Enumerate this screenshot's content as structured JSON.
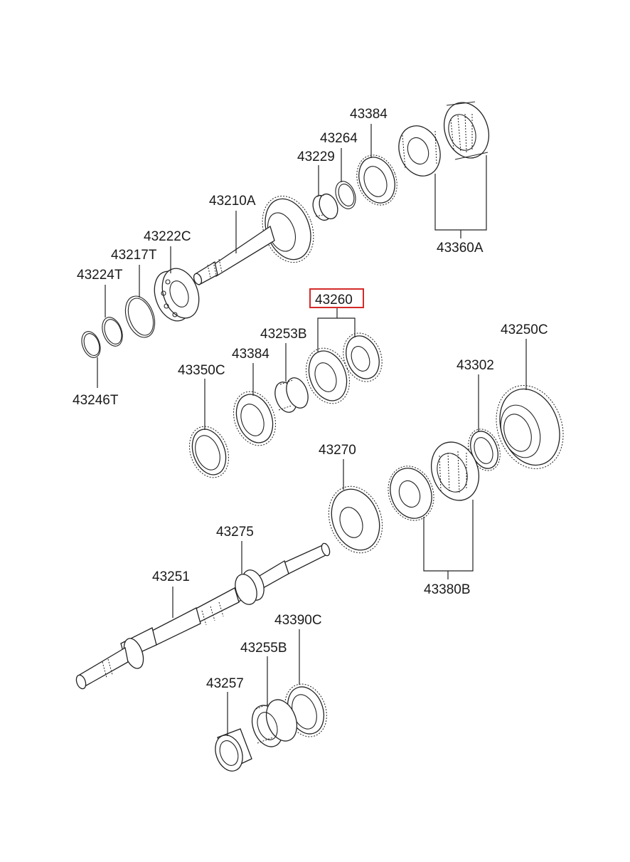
{
  "diagram": {
    "highlight_color": "#d42a2a",
    "line_color": "#222222",
    "part_labels": {
      "p43384_top": "43384",
      "p43264": "43264",
      "p43229": "43229",
      "p43210A": "43210A",
      "p43360A": "43360A",
      "p43222C": "43222C",
      "p43217T": "43217T",
      "p43224T": "43224T",
      "p43246T": "43246T",
      "p43260": "43260",
      "p43253B": "43253B",
      "p43250C": "43250C",
      "p43384_mid": "43384",
      "p43350C": "43350C",
      "p43302": "43302",
      "p43270": "43270",
      "p43275": "43275",
      "p43380B": "43380B",
      "p43251": "43251",
      "p43390C": "43390C",
      "p43255B": "43255B",
      "p43257": "43257"
    }
  }
}
